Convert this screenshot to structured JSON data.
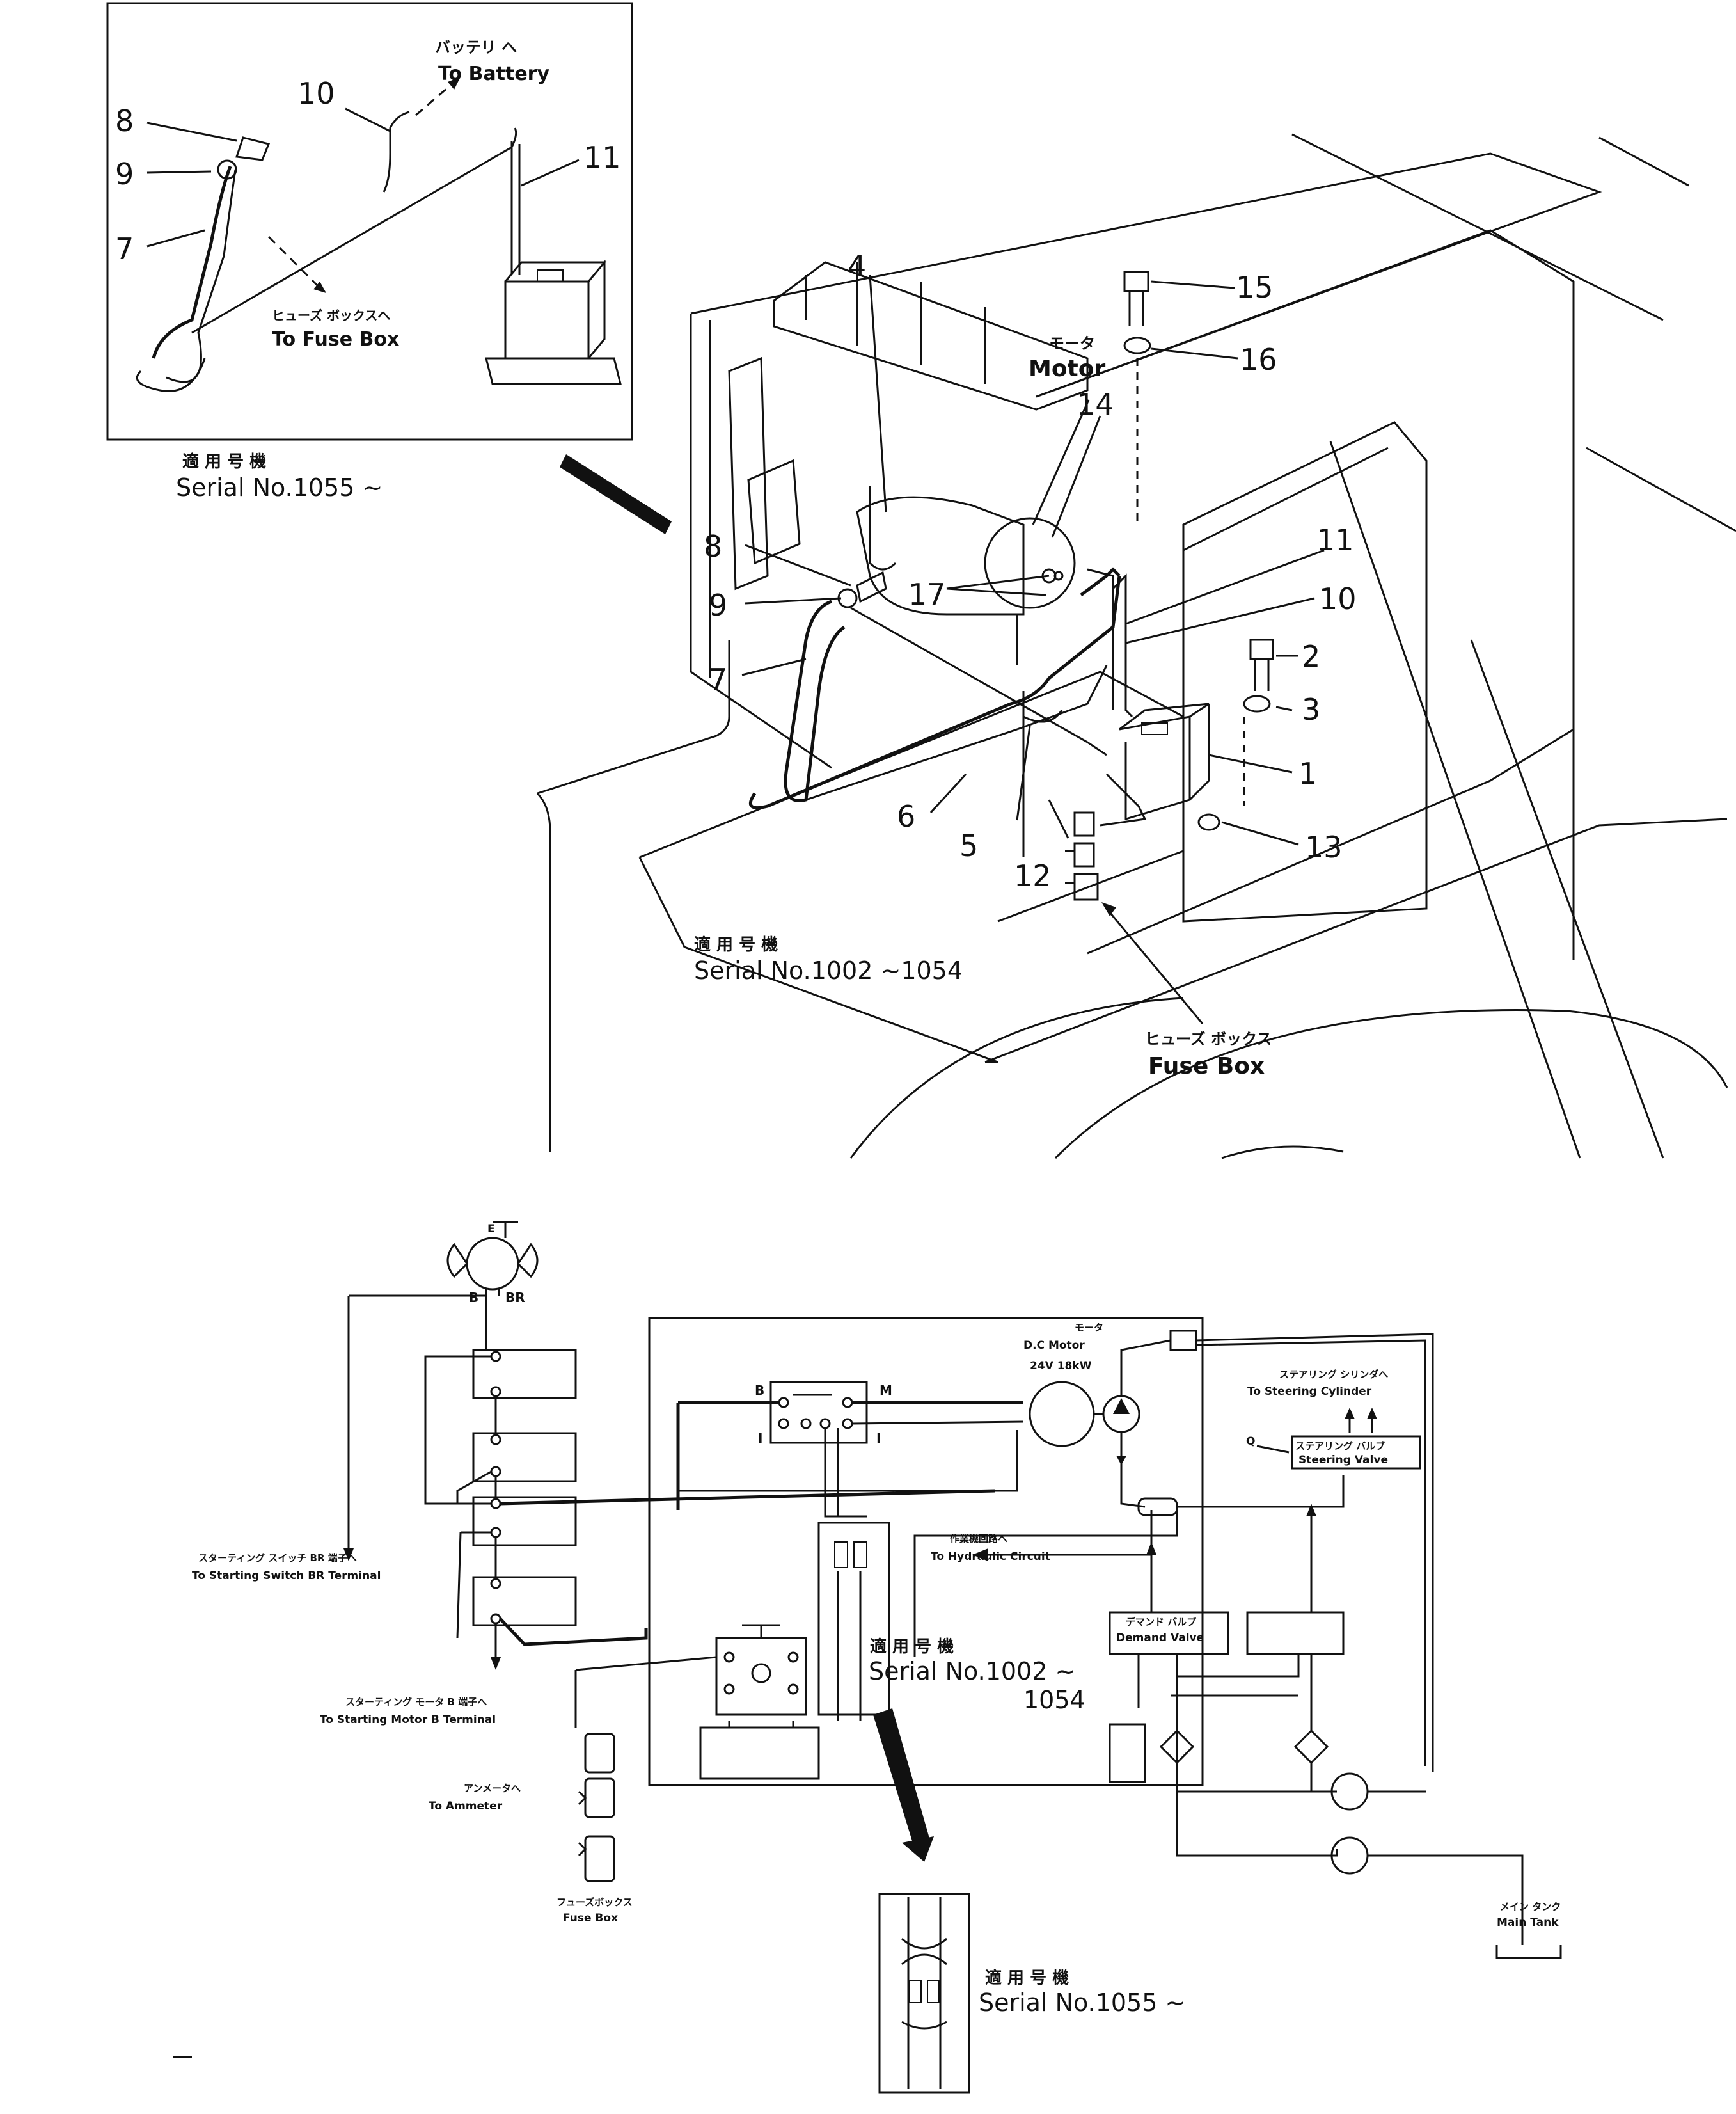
{
  "inset_top": {
    "jp_to_battery": "バッテリ へ",
    "en_to_battery": "To Battery",
    "jp_to_fuse_box": "ヒューズ ボックスへ",
    "en_to_fuse_box": "To Fuse Box",
    "serial_jp": "適 用 号 機",
    "serial_en": "Serial  No.1055 ~",
    "callouts": [
      "8",
      "9",
      "7",
      "10",
      "11"
    ]
  },
  "main_view": {
    "motor_jp": "モータ",
    "motor_en": "Motor",
    "fuse_box_jp": "ヒューズ ボックス",
    "fuse_box_en": "Fuse  Box",
    "serial_jp": "適 用 号 機",
    "serial_en": "Serial  No.1002 ~1054",
    "callouts": [
      "4",
      "14",
      "15",
      "16",
      "8",
      "9",
      "7",
      "17",
      "11",
      "10",
      "2",
      "3",
      "1",
      "6",
      "5",
      "12",
      "13"
    ]
  },
  "schematic": {
    "ground_symbol_label": "E",
    "b_label": "B",
    "br_label": "BR",
    "dc_motor_jp": "モータ",
    "dc_motor_en": "D.C  Motor",
    "dc_motor_rating": "24V  18kW",
    "relay_b": "B",
    "relay_m": "M",
    "relay_i1": "I",
    "relay_i2": "I",
    "steering_cyl_jp": "ステアリング  シリンダへ",
    "steering_cyl_en": "To  Steering  Cylinder",
    "steering_valve_jp": "ステアリング バルブ",
    "steering_valve_en": "Steering  Valve",
    "starting_switch_jp": "スターティング スイッチ BR 端子へ",
    "starting_switch_en": "To  Starting  Switch  BR  Terminal",
    "hydraulic_jp": "作業機回路へ",
    "hydraulic_en": "To  Hydraulic  Circuit",
    "demand_valve_jp": "デマンド  バルブ",
    "demand_valve_en": "Demand  Valve",
    "starting_motor_jp": "スターティング モータ B 端子へ",
    "starting_motor_en": "To  Starting  Motor  B  Terminal",
    "serial_jp": "適 用 号 機",
    "serial_en_1": "Serial  No.1002 ~",
    "serial_en_2": "1054",
    "ammeter_jp": "アンメータへ",
    "ammeter_en": "To  Ammeter",
    "fuse_box_jp": "フューズボックス",
    "fuse_box_en": "Fuse  Box",
    "main_tank_jp": "メイン タンク",
    "main_tank_en": "Main  Tank",
    "q_label": "Q"
  },
  "inset_bottom": {
    "serial_jp": "適 用 号 機",
    "serial_en": "Serial  No.1055 ~"
  }
}
